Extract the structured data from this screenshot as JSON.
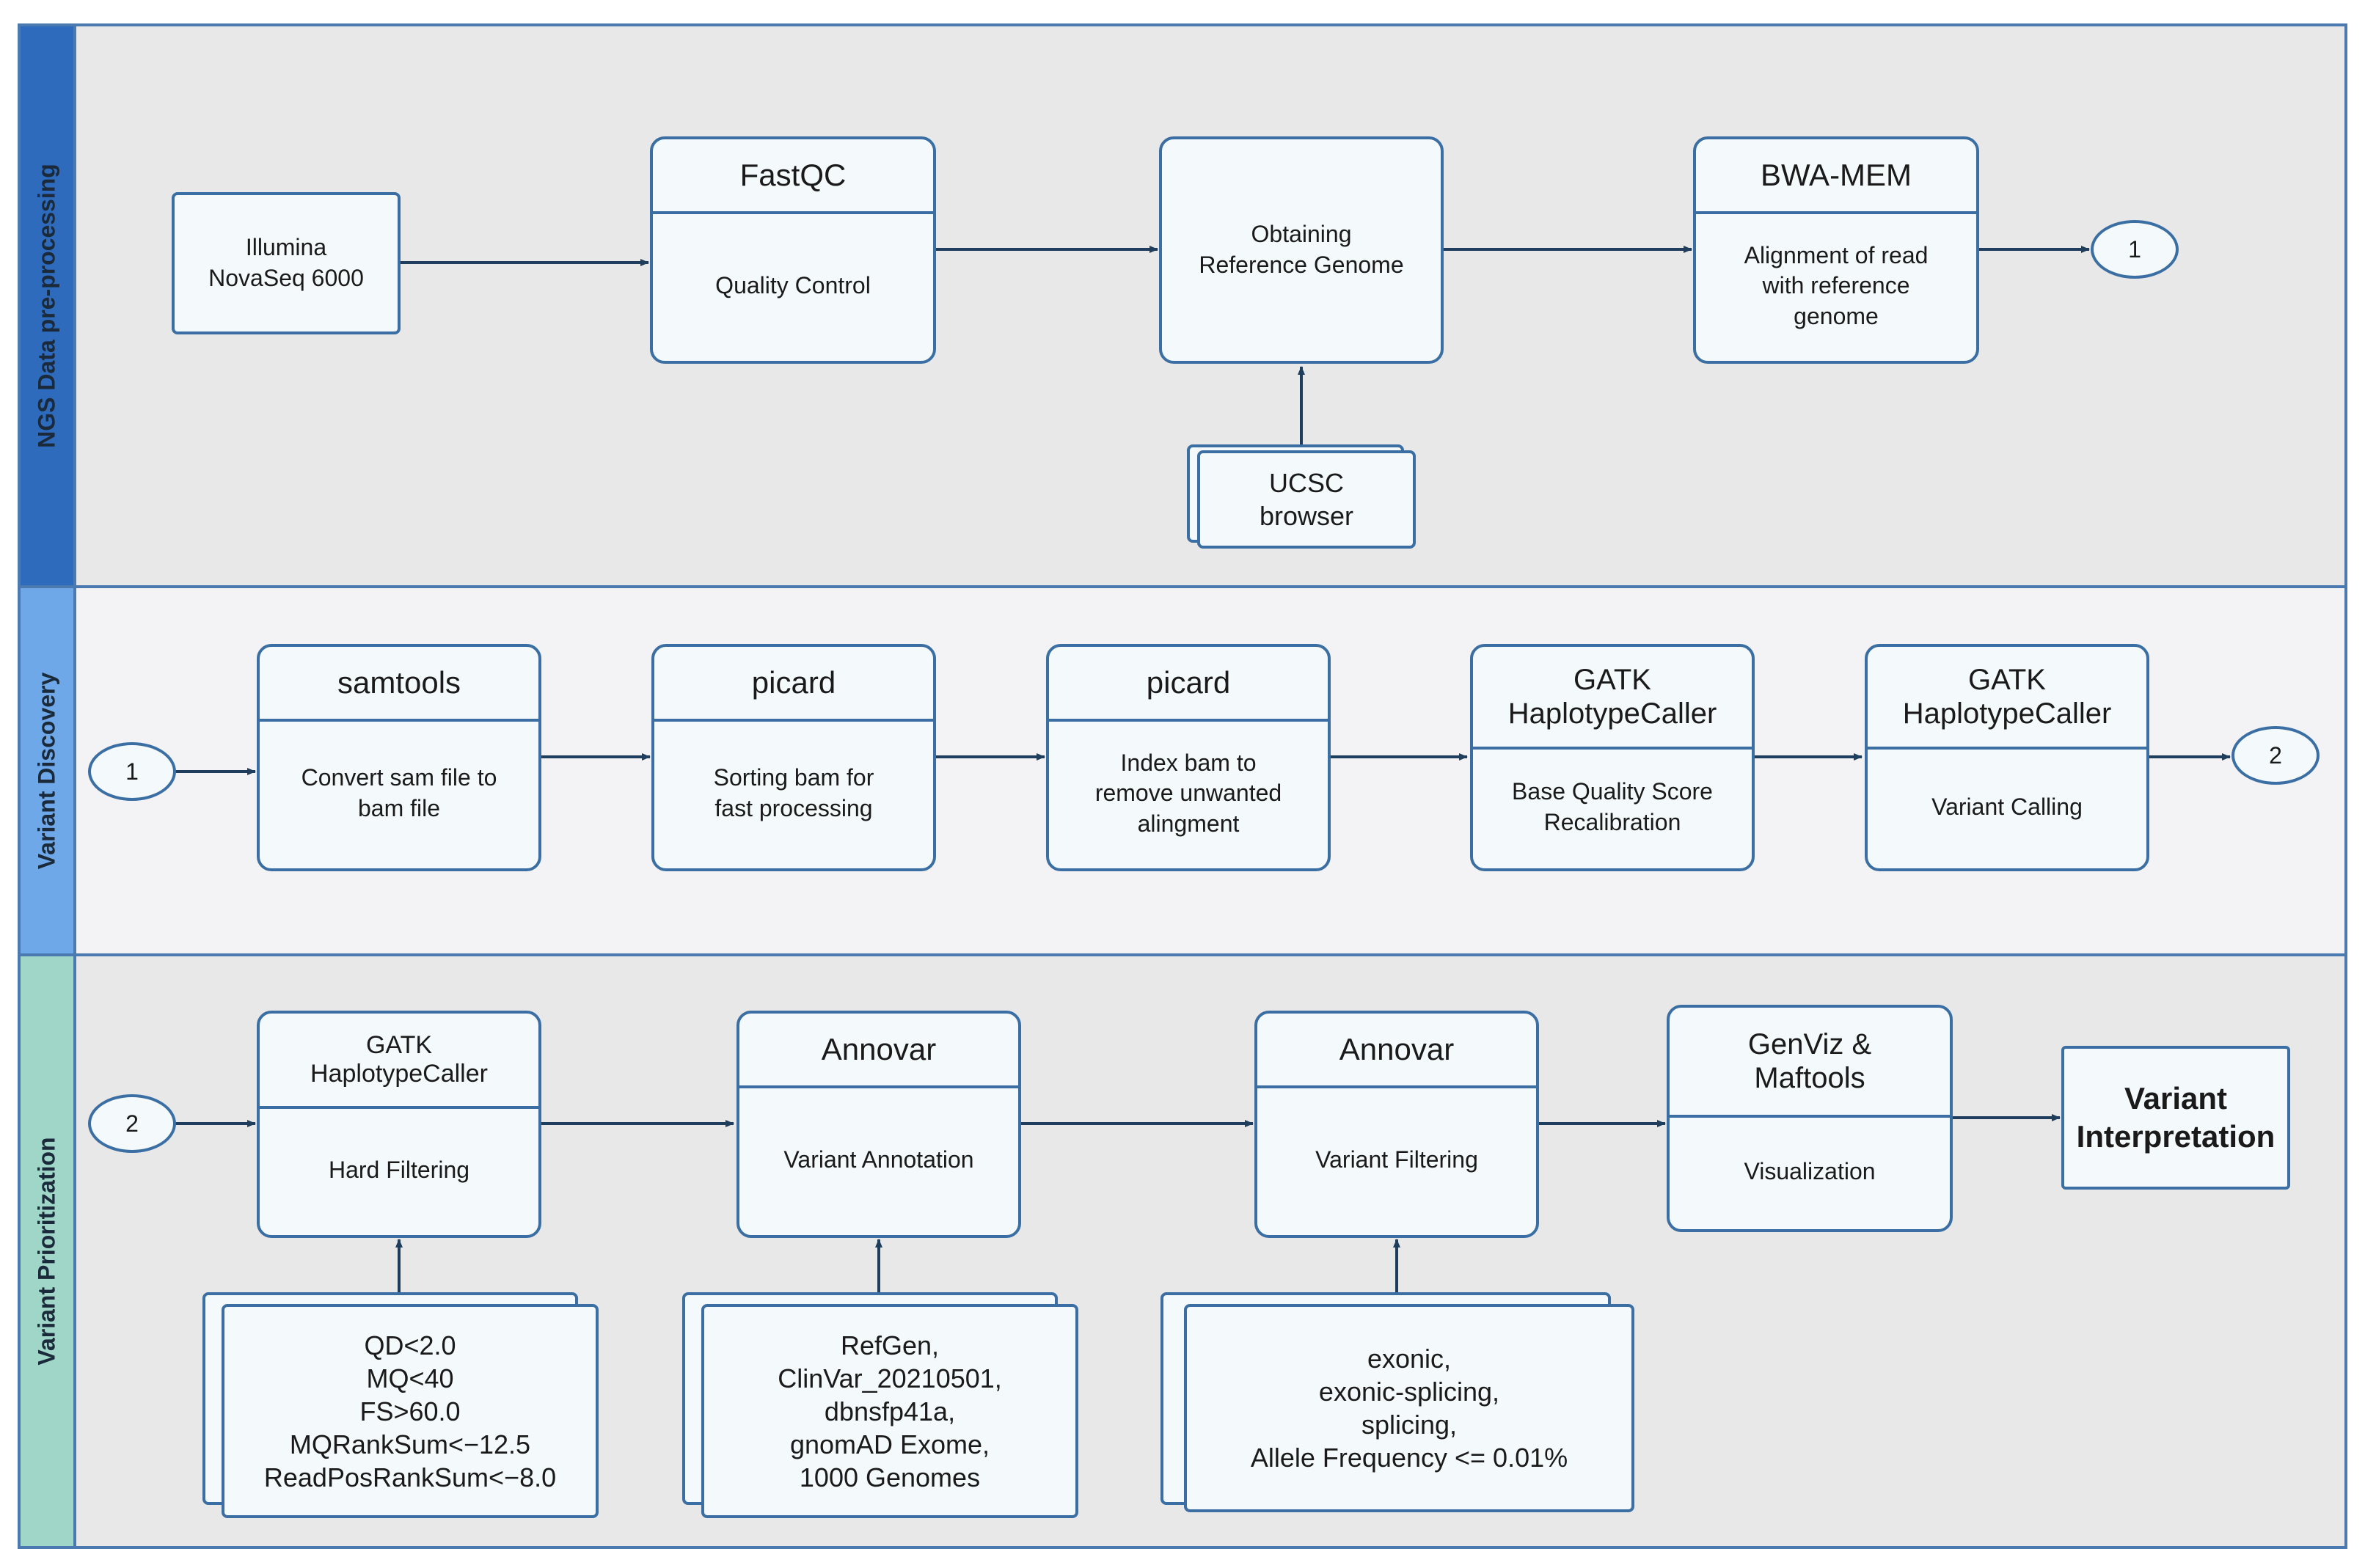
{
  "lanes": [
    {
      "label": "NGS Data pre-processing",
      "color": "#2f6bbd",
      "bg": "#e8e8e8"
    },
    {
      "label": "Variant Discovery",
      "color": "#6fa8e8",
      "bg": "#f3f3f5"
    },
    {
      "label": "Variant Prioritization",
      "color": "#9fd6c8",
      "bg": "#e8e8e8"
    }
  ],
  "preprocessing": {
    "illumina": "Illumina\nNovaSeq 6000",
    "fastqc": {
      "title": "FastQC",
      "body": "Quality Control"
    },
    "reference": "Obtaining\nReference Genome",
    "ucsc": "UCSC\nbrowser",
    "bwa": {
      "title": "BWA-MEM",
      "body": "Alignment of read\nwith reference\ngenome"
    },
    "connector_out": "1"
  },
  "discovery": {
    "connector_in": "1",
    "samtools": {
      "title": "samtools",
      "body": "Convert sam file to\nbam file"
    },
    "picard_sort": {
      "title": "picard",
      "body": "Sorting bam  for\nfast processing"
    },
    "picard_index": {
      "title": "picard",
      "body": "Index bam to\nremove unwanted\nalingment"
    },
    "gatk_bqsr": {
      "title": "GATK\nHaplotypeCaller",
      "body": "Base Quality Score\nRecalibration"
    },
    "gatk_call": {
      "title": "GATK\nHaplotypeCaller",
      "body": "Variant Calling"
    },
    "connector_out": "2"
  },
  "prioritization": {
    "connector_in": "2",
    "gatk_filter": {
      "title": "GATK\nHaplotypeCaller",
      "body": "Hard Filtering"
    },
    "annovar_annot": {
      "title": "Annovar",
      "body": "Variant Annotation"
    },
    "annovar_filter": {
      "title": "Annovar",
      "body": "Variant Filtering"
    },
    "genviz": {
      "title": "GenViz &\nMaftools",
      "body": "Visualization"
    },
    "interpretation": "Variant\nInterpretation",
    "filters": "QD<2.0\nMQ<40\nFS>60.0\nMQRankSum<−12.5\nReadPosRankSum<−8.0",
    "databases": "RefGen,\nClinVar_20210501,\ndbnsfp41a,\ngnomAD Exome,\n1000 Genomes",
    "criteria": "exonic,\nexonic-splicing,\nsplicing,\nAllele Frequency <= 0.01%"
  }
}
